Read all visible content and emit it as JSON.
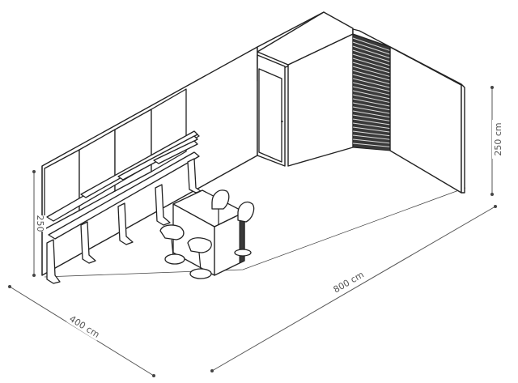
{
  "dimensions": {
    "height_right": "250 cm",
    "height_left": "250",
    "length": "800 cm",
    "depth": "400 cm"
  },
  "colors": {
    "line": "#222222",
    "dimension": "#555555",
    "background": "#ffffff"
  }
}
